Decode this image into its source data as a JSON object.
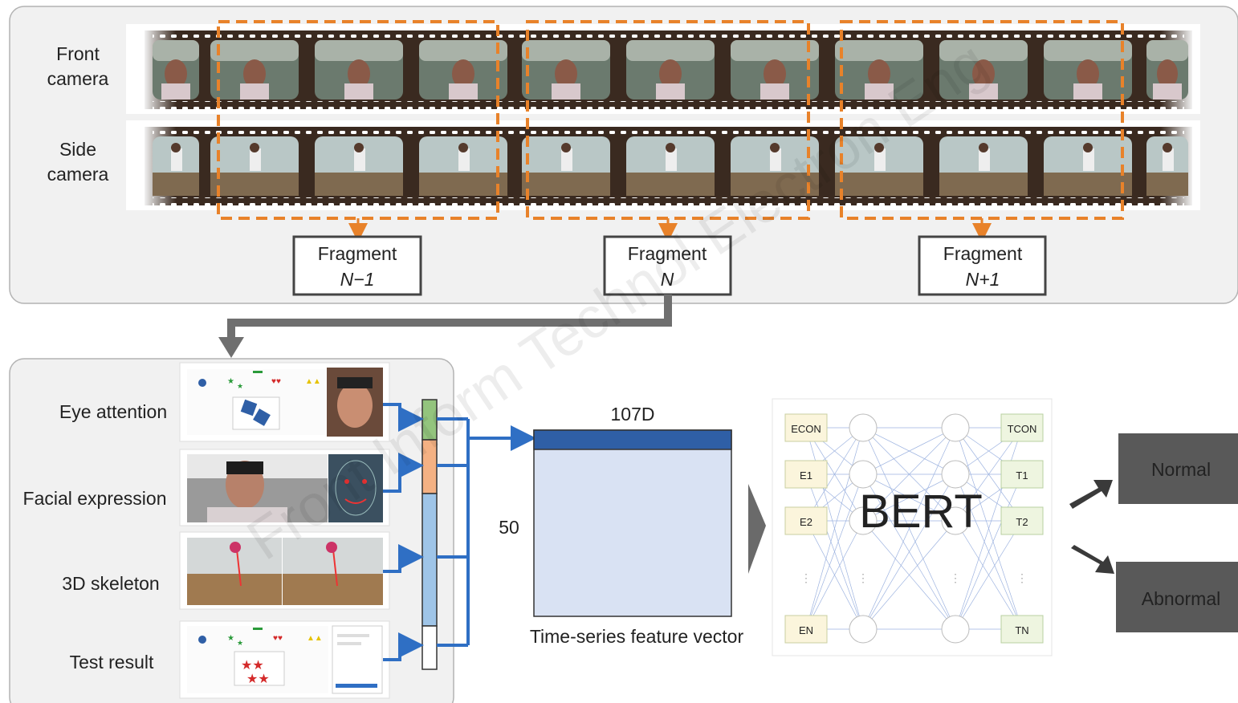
{
  "top_panel": {
    "row_labels": [
      {
        "line1": "Front",
        "line2": "camera"
      },
      {
        "line1": "Side",
        "line2": "camera"
      }
    ],
    "fragments": [
      {
        "line1": "Fragment",
        "line2": "N−1"
      },
      {
        "line1": "Fragment",
        "line2": "N"
      },
      {
        "line1": "Fragment",
        "line2": "N+1"
      }
    ]
  },
  "bottom_panel": {
    "modalities": [
      "Eye attention",
      "Facial expression",
      "3D skeleton",
      "Test result"
    ]
  },
  "feature_matrix": {
    "width_label": "107D",
    "height_label": "50",
    "caption": "Time-series feature vector"
  },
  "bert": {
    "title": "BERT",
    "inputs": [
      "ECON",
      "E1",
      "E2",
      "EN"
    ],
    "outputs": [
      "TCON",
      "T1",
      "T2",
      "TN"
    ]
  },
  "outputs": [
    "Normal",
    "Abnormal"
  ],
  "watermark": "Front Inform Technol Electron Eng",
  "colors": {
    "fragment_dash": "#e8822a",
    "arrow_blue": "#2f6fc4",
    "matrix_header": "#2f5fa6",
    "matrix_body": "#d9e2f3",
    "output_box": "#595959",
    "seg_green": "#93c47d",
    "seg_orange": "#f4b183",
    "seg_blue": "#9fc5e8"
  }
}
